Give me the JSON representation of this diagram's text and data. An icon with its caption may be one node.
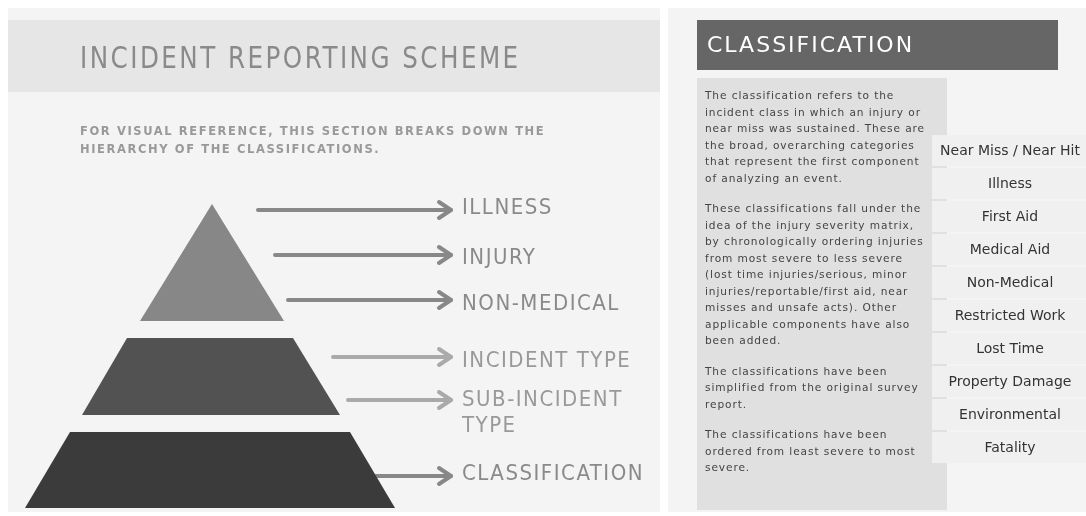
{
  "diagram": {
    "title": "INCIDENT REPORTING SCHEME",
    "nodes": [
      {
        "text": [],
        "shape": "triangle"
      },
      {
        "text": [],
        "shape": "trapezoid"
      },
      {
        "text": [],
        "shape": "trapezoid"
      },
      {
        "text": [
          "ILLNESS"
        ]
      },
      {
        "text": [
          "INJURY"
        ]
      },
      {
        "text": [
          "NON-MEDICAL"
        ]
      },
      {
        "text": [
          "INCIDENT TYPE"
        ]
      },
      {
        "text": [
          "SUB-INCIDENT TYPE"
        ]
      },
      {
        "text": [
          "CLASSIFICATION"
        ]
      },
      {
        "text": [
          "CLASSIFICATION"
        ]
      },
      {
        "text": [
          "The classification refers to the incident class in which an injury or near miss was sustained. These are the broad, overarching categories that represent the first component of analyzing an event.",
          "These classifications fall under the idea of the injury severity matrix, by chronologically ordering injuries from most severe to less severe (lost time injuries/serious, minor injuries/reportable/first aid, near misses and unsafe acts). Other applicable components have also been added.",
          "The classifications have been simplified from the original survey report.",
          "The classifications have been ordered from least severe to most severe."
        ]
      },
      {
        "text": [
          "Near Miss / Near Hit"
        ]
      },
      {
        "text": [
          "Illness"
        ]
      },
      {
        "text": [
          "First Aid"
        ]
      },
      {
        "text": [
          "Medical Aid"
        ]
      },
      {
        "text": [
          "Non-Medical"
        ]
      },
      {
        "text": [
          "Restricted Work"
        ]
      },
      {
        "text": [
          "Lost Time"
        ]
      },
      {
        "text": [
          "Property Damage"
        ]
      },
      {
        "text": [
          "Environmental"
        ]
      },
      {
        "text": [
          "Fatality"
        ]
      }
    ],
    "edges": [
      {
        "from": null,
        "to": 3,
        "arrow": "to"
      },
      {
        "from": null,
        "to": 4,
        "arrow": "to"
      },
      {
        "from": null,
        "to": 5,
        "arrow": "to"
      },
      {
        "from": null,
        "to": 6,
        "arrow": "to",
        "color": "#aaaaaa"
      },
      {
        "from": null,
        "to": 7,
        "arrow": "to",
        "color": "#aaaaaa"
      },
      {
        "from": 2,
        "to": 8,
        "arrow": "to"
      }
    ],
    "labels": [
      "FOR VISUAL REFERENCE, THIS SECTION BREAKS DOWN THE HIERARCHY OF THE CLASSIFICATIONS."
    ]
  }
}
